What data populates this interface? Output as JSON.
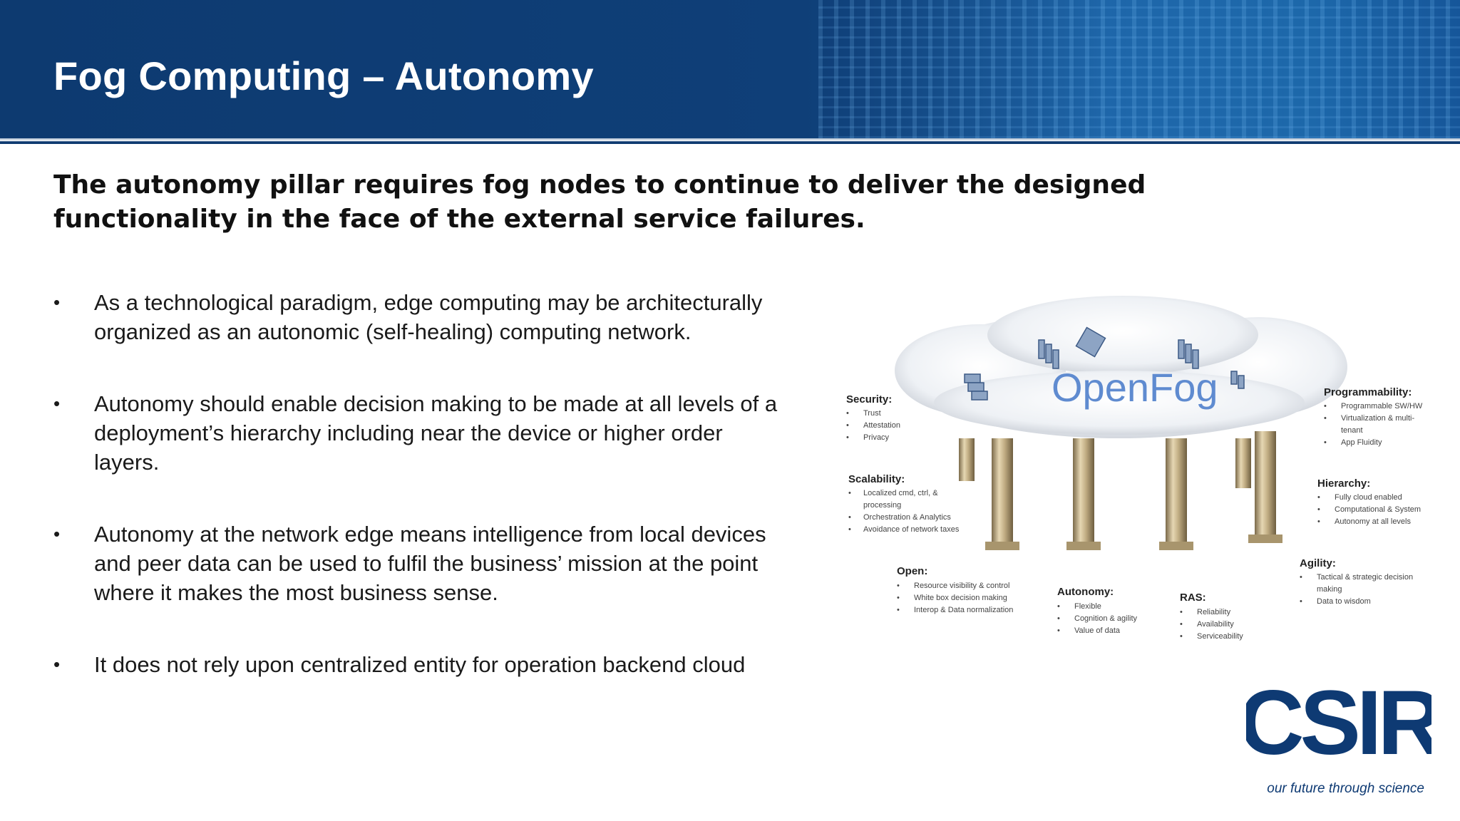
{
  "title": "Fog Computing – Autonomy",
  "lead": "The autonomy pillar requires fog nodes to continue to deliver the designed functionality in the face of the external service failures.",
  "bullets": [
    "As a technological paradigm, edge computing may be architecturally organized as an autonomic (self-healing) computing network.",
    "Autonomy should enable decision making to be made at all levels of a deployment’s hierarchy including near the device or higher order layers.",
    "Autonomy at the network edge means intelligence from local devices and peer data can be used to fulfil the business’ mission at the point where it makes the most business sense.",
    "It does not rely upon centralized entity for operation backend cloud"
  ],
  "bullet_symbol": "•",
  "diagram": {
    "cloud_label": "OpenFog",
    "pillars": [
      {
        "title": "Security:",
        "items": [
          "Trust",
          "Attestation",
          "Privacy"
        ]
      },
      {
        "title": "Scalability:",
        "items": [
          "Localized cmd, ctrl, &",
          "processing",
          "Orchestration & Analytics",
          "Avoidance of network taxes"
        ]
      },
      {
        "title": "Open:",
        "items": [
          "Resource visibility & control",
          "White box decision making",
          "Interop & Data normalization"
        ]
      },
      {
        "title": "Autonomy:",
        "items": [
          "Flexible",
          "Cognition & agility",
          "Value of data"
        ]
      },
      {
        "title": "RAS:",
        "items": [
          "Reliability",
          "Availability",
          "Serviceability"
        ]
      },
      {
        "title": "Agility:",
        "items": [
          "Tactical & strategic decision",
          "making",
          "Data to wisdom"
        ]
      },
      {
        "title": "Hierarchy:",
        "items": [
          "Fully cloud enabled",
          "Computational & System",
          "Autonomy at all levels"
        ]
      },
      {
        "title": "Programmability:",
        "items": [
          "Programmable SW/HW",
          "Virtualization & multi-",
          "tenant",
          "App Fluidity"
        ]
      }
    ]
  },
  "logo": {
    "text": "CSIR",
    "tagline": "our future through science",
    "color": "#0e3a73"
  }
}
